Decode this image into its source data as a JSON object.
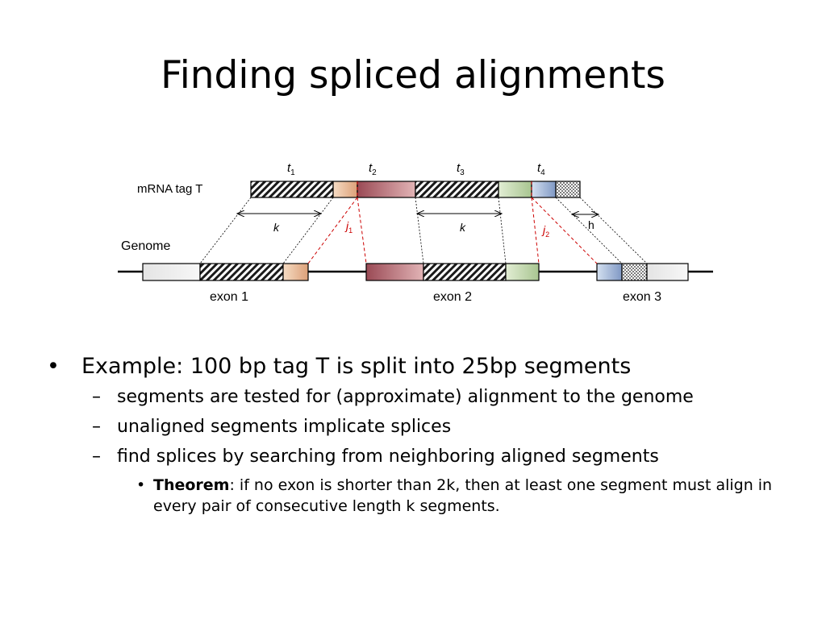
{
  "slide": {
    "title": "Finding spliced alignments"
  },
  "diagram": {
    "mrna_label": "mRNA tag T",
    "genome_label": "Genome",
    "segment_labels": [
      {
        "base": "t",
        "sub": "1"
      },
      {
        "base": "t",
        "sub": "2"
      },
      {
        "base": "t",
        "sub": "3"
      },
      {
        "base": "t",
        "sub": "4"
      }
    ],
    "k_label": "k",
    "h_label": "h",
    "junctions": [
      {
        "base": "j",
        "sub": "1"
      },
      {
        "base": "j",
        "sub": "2"
      }
    ],
    "exon_labels": [
      "exon 1",
      "exon 2",
      "exon 3"
    ],
    "colors": {
      "junction": "#cc0000",
      "orange_segment": "#e8b48a",
      "red_segment": "#c47d84",
      "green_segment": "#b8d0a0",
      "blue_segment": "#a5b8d8"
    }
  },
  "bullets": {
    "main": "Example:  100 bp tag T is split into 25bp segments",
    "sub": [
      "segments are tested for (approximate) alignment to the genome",
      "unaligned segments implicate splices",
      "find splices by searching from neighboring aligned segments"
    ],
    "theorem_label": "Theorem",
    "theorem_text": ":  if no exon is shorter than 2k, then at least one segment must align in every pair of consecutive length k segments."
  }
}
